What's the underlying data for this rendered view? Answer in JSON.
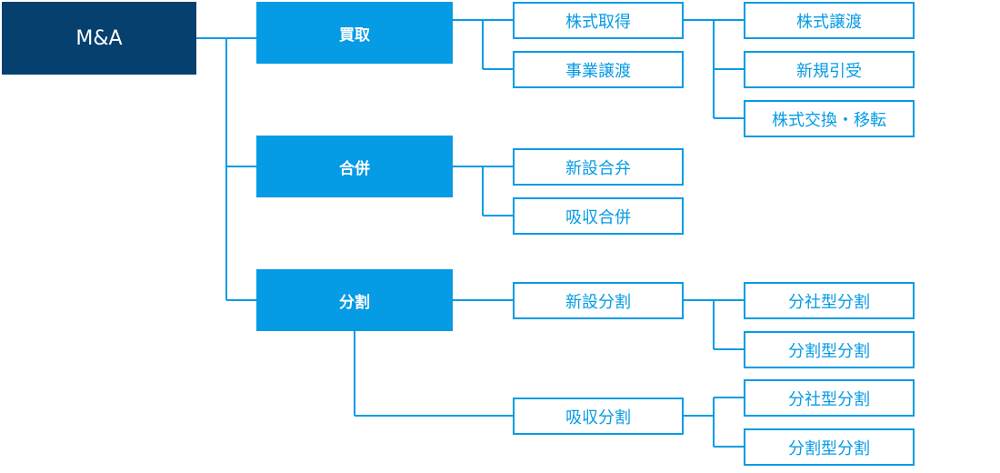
{
  "colors": {
    "root": "#05406f",
    "accent": "#059be5",
    "leaf_bg": "#ffffff"
  },
  "root": {
    "label": "M&A"
  },
  "categories": {
    "acquisition": {
      "label": "買取",
      "items": {
        "share_acquisition": {
          "label": "株式取得",
          "items": {
            "share_transfer": "株式譲渡",
            "new_share_issue": "新規引受",
            "share_exchange": "株式交換・移転"
          }
        },
        "business_transfer": {
          "label": "事業譲渡"
        }
      }
    },
    "merger": {
      "label": "合併",
      "items": {
        "consolidation": "新設合弁",
        "absorption": "吸収合併"
      }
    },
    "split": {
      "label": "分割",
      "items": {
        "incorporation_split": {
          "label": "新設分割",
          "items": {
            "spinoff_type": "分社型分割",
            "split_type": "分割型分割"
          }
        },
        "absorption_split": {
          "label": "吸収分割",
          "items": {
            "spinoff_type": "分社型分割",
            "split_type": "分割型分割"
          }
        }
      }
    }
  }
}
